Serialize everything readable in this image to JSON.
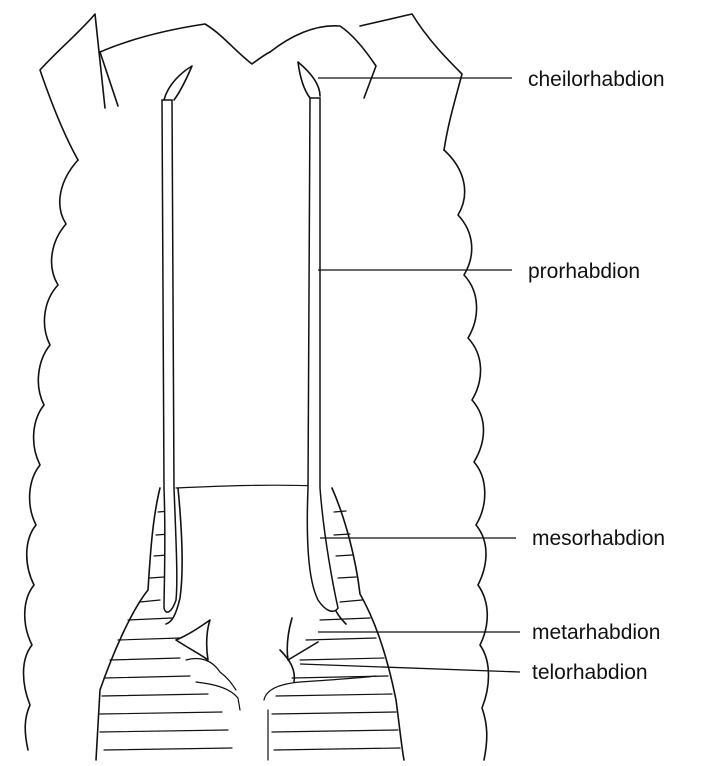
{
  "diagram": {
    "labels": {
      "cheilorhabdion": "cheilorhabdion",
      "prorhabdion": "prorhabdion",
      "mesorhabdion": "mesorhabdion",
      "metarhabdion": "metarhabdion",
      "telorhabdion": "telorhabdion"
    }
  }
}
